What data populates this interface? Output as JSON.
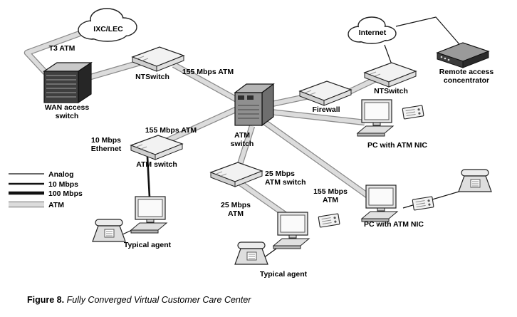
{
  "caption": {
    "label": "Figure 8.",
    "title": " Fully Converged Virtual Customer Care Center"
  },
  "clouds": {
    "ixc_lec": "IXC/LEC",
    "internet": "Internet"
  },
  "devices": {
    "wan_access_switch": {
      "line1": "WAN access",
      "line2": "switch"
    },
    "ntswitch_left": "NTSwitch",
    "ntswitch_right": "NTSwitch",
    "atm_switch_center": {
      "line1": "ATM",
      "line2": "switch"
    },
    "atm_switch_left": "ATM switch",
    "firewall": "Firewall",
    "remote_access_concentrator": {
      "line1": "Remote access",
      "line2": "concentrator"
    },
    "switch_25mbps": {
      "line1": "25 Mbps",
      "line2": "ATM switch"
    },
    "pc_atm_nic_top": "PC with ATM NIC",
    "pc_atm_nic_bottom": "PC with ATM NIC",
    "typical_agent_left": "Typical agent",
    "typical_agent_center": "Typical agent"
  },
  "links": {
    "t3_atm": "T3 ATM",
    "atm_155_top": "155 Mbps ATM",
    "atm_155_mid": "155 Mbps ATM",
    "ethernet_10": {
      "line1": "10 Mbps",
      "line2": "Ethernet"
    },
    "atm_25": {
      "line1": "25 Mbps",
      "line2": "ATM"
    },
    "atm_155_bottom": {
      "line1": "155 Mbps",
      "line2": "ATM"
    }
  },
  "legend": {
    "analog": "Analog",
    "mbps10": "10 Mbps",
    "mbps100": "100 Mbps",
    "atm": "ATM"
  },
  "colors": {
    "band_fill": "#dcdcdc",
    "band_edge": "#8a8a8a",
    "dark_device": "#3f3f3f"
  }
}
